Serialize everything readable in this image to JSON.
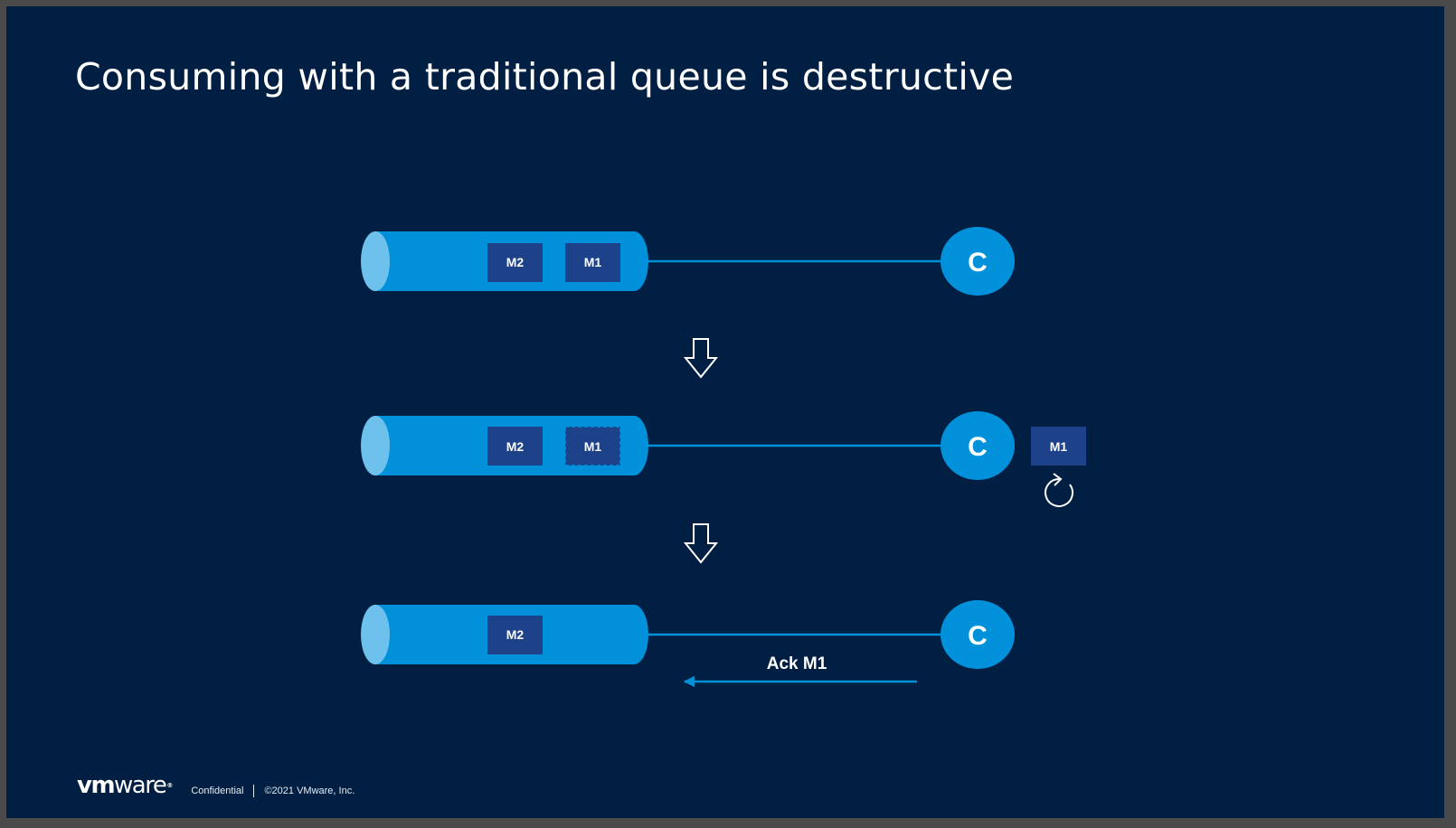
{
  "slide": {
    "title": "Consuming with a traditional queue is destructive"
  },
  "diagram": {
    "stages": [
      {
        "queue_messages": [
          {
            "label": "M2",
            "state": "ready"
          },
          {
            "label": "M1",
            "state": "ready"
          }
        ],
        "consumer_label": "C"
      },
      {
        "queue_messages": [
          {
            "label": "M2",
            "state": "ready"
          },
          {
            "label": "M1",
            "state": "unacked"
          }
        ],
        "consumer_label": "C",
        "in_flight_message": "M1",
        "processing_icon": "refresh-icon"
      },
      {
        "queue_messages": [
          {
            "label": "M2",
            "state": "ready"
          }
        ],
        "consumer_label": "C",
        "ack_label": "Ack M1"
      }
    ],
    "transition_icon": "down-arrow-icon"
  },
  "footer": {
    "logo_bold": "vm",
    "logo_regular": "ware",
    "logo_mark": "®",
    "confidential": "Confidential",
    "copyright": "©2021 VMware, Inc."
  },
  "colors": {
    "background": "#001f42",
    "queue_body": "#0091da",
    "queue_end": "#6ec1ec",
    "message_box": "#1d428a",
    "consumer": "#0091da",
    "text": "#ffffff"
  }
}
